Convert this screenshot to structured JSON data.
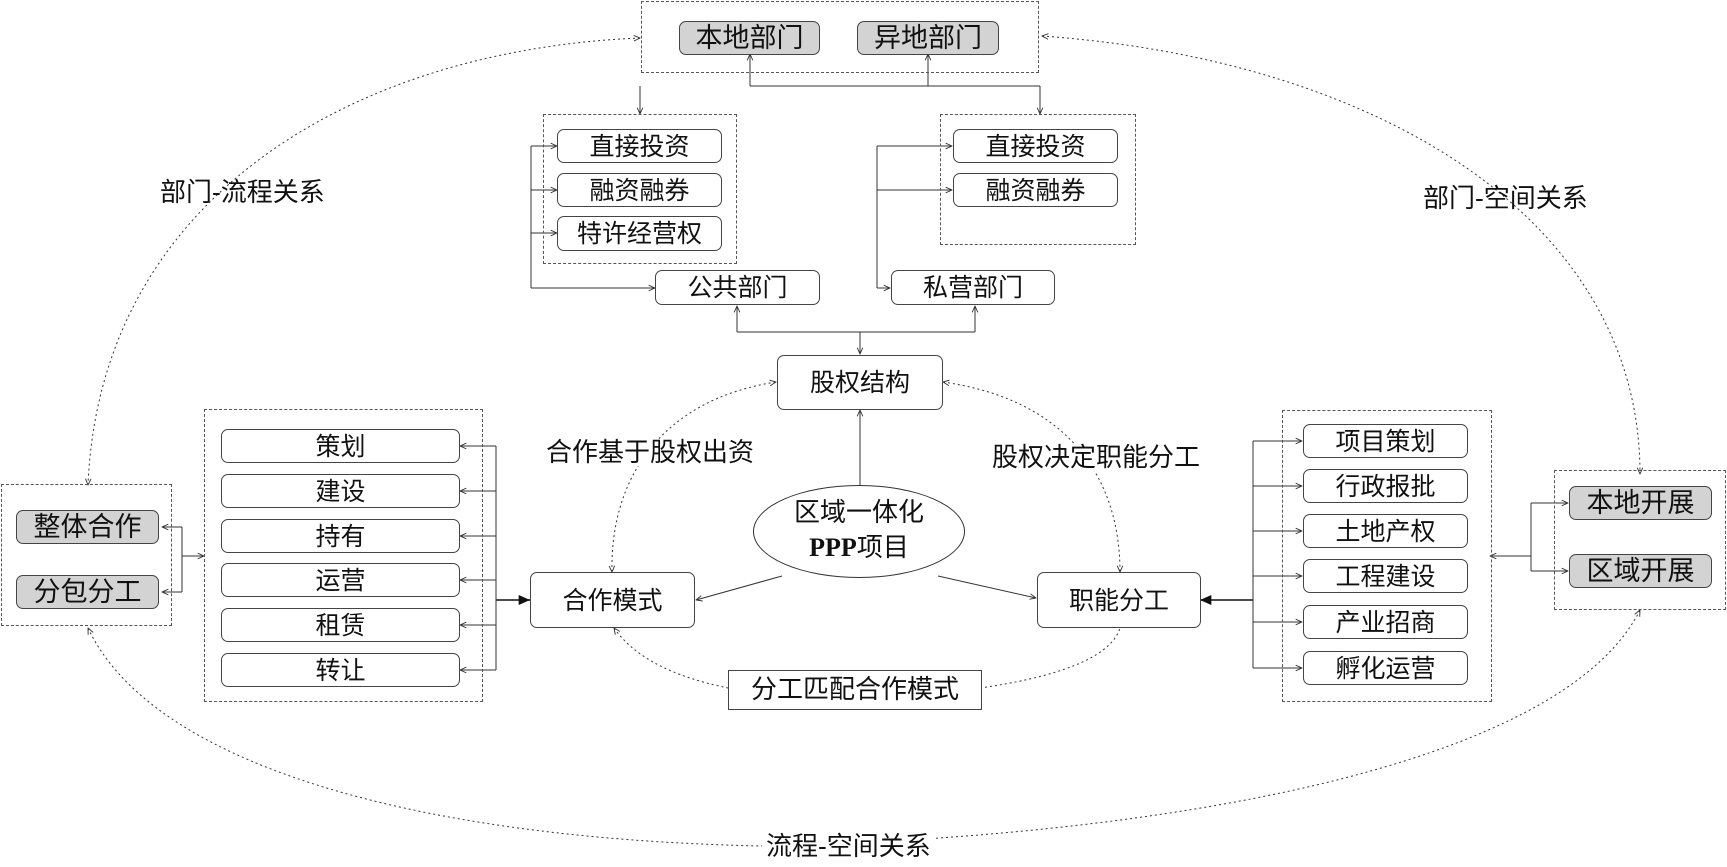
{
  "top": {
    "local": "本地部门",
    "remote": "异地部门"
  },
  "public_funding": [
    "直接投资",
    "融资融券",
    "特许经营权"
  ],
  "private_funding": [
    "直接投资",
    "融资融券"
  ],
  "public_dept": "公共部门",
  "private_dept": "私营部门",
  "equity": "股权结构",
  "center": {
    "line1": "区域一体化",
    "bold": "PPP",
    "rest": "项目"
  },
  "coop_mode": "合作模式",
  "division": "职能分工",
  "coop_tasks": [
    "策划",
    "建设",
    "持有",
    "运营",
    "租赁",
    "转让"
  ],
  "coop_types": [
    "整体合作",
    "分包分工"
  ],
  "func_tasks": [
    "项目策划",
    "行政报批",
    "土地产权",
    "工程建设",
    "产业招商",
    "孵化运营"
  ],
  "regions": [
    "本地开展",
    "区域开展"
  ],
  "relations": {
    "dept_process": "部门-流程关系",
    "dept_space": "部门-空间关系",
    "process_space": "流程-空间关系",
    "coop_equity": "合作基于股权出资",
    "equity_division": "股权决定职能分工",
    "division_match": "分工匹配合作模式"
  }
}
